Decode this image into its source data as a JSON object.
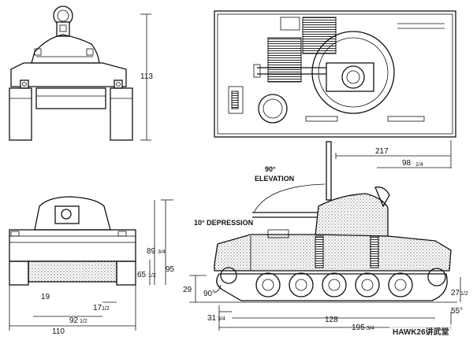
{
  "dimensions": {
    "front_height": "113",
    "rear_width": "110",
    "rear_half_width": "92",
    "rear_track_gap": "17",
    "rear_clearance": "19",
    "rear_hull_height": "65",
    "rear_upper_height": "89",
    "rear_total_height": "95",
    "side_length_top": "217",
    "side_half_length": "98",
    "side_hull_length": "195",
    "side_wheelbase": "128",
    "side_front_offset": "31",
    "side_height": "29",
    "side_right_height": "27",
    "angle_left": "90°",
    "angle_right": "55°"
  },
  "fractions": {
    "three_quarter": "3/4",
    "half": "1/2",
    "quarter": "1/4"
  },
  "annotations": {
    "elevation_value": "90°",
    "elevation_label": "ELEVATION",
    "depression_label": "10° DEPRESSION"
  },
  "watermark": "HAWK26讲武堂",
  "colors": {
    "ink": "#111111",
    "paper": "#ffffff"
  }
}
